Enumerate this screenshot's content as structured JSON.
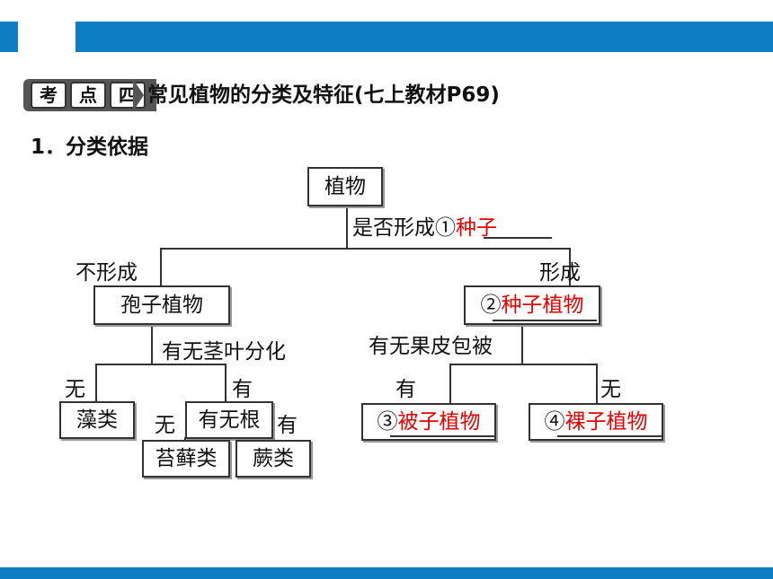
{
  "header": {
    "badge_chars": [
      "考",
      "点",
      "四"
    ],
    "title": "常见植物的分类及特征(七上教材P69)",
    "subtitle": "1．分类依据"
  },
  "tree": {
    "root": "植物",
    "criterion_1": "是否形成①",
    "answer_1": "种子",
    "branch_left_label": "不形成",
    "branch_right_label": "形成",
    "spore_plants": "孢子植物",
    "seed_plants_num": "②",
    "seed_plants": "种子植物",
    "criterion_2": "有无茎叶分化",
    "no_label": "无",
    "yes_label": "有",
    "algae": "藻类",
    "root_no": "无",
    "has_root_q": "有无根",
    "root_yes": "有",
    "moss": "苔藓类",
    "fern": "蕨类",
    "criterion_3": "有无果皮包被",
    "fruit_yes": "有",
    "fruit_no": "无",
    "angio_num": "③",
    "angiosperm": "被子植物",
    "gymno_num": "④",
    "gymnosperm": "裸子植物"
  },
  "colors": {
    "accent_bar": "#0d7ec4",
    "answer": "#e60000"
  }
}
